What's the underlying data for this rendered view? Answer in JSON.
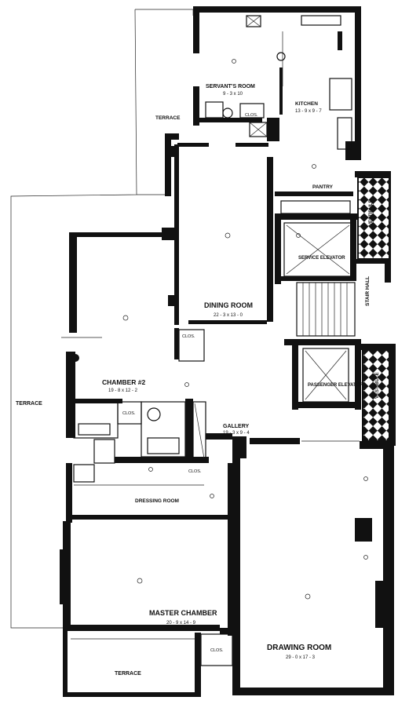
{
  "rooms": {
    "servants_room": {
      "label": "SERVANT'S ROOM",
      "dims": "9 - 3 x 10"
    },
    "kitchen": {
      "label": "KITCHEN",
      "dims": "13 - 9 x 9 - 7"
    },
    "terrace_top": {
      "label": "TERRACE"
    },
    "clos_top": {
      "label": "CLOS."
    },
    "pantry": {
      "label": "PANTRY"
    },
    "dining_room": {
      "label": "DINING ROOM",
      "dims": "22 - 3 x 13 - 0"
    },
    "service_elevator": {
      "label": "SERVICE ELEVATOR"
    },
    "stair_hall": {
      "label": "STAIR HALL"
    },
    "vestibule_top": {
      "label": "VESTIBULE"
    },
    "vestibule_bottom": {
      "label": "VESTIBULE"
    },
    "chamber2": {
      "label": "CHAMBER #2",
      "dims": "19 - 8 x 12 - 2"
    },
    "clos_chamber": {
      "label": "CLOS."
    },
    "clos_bath": {
      "label": "CLOS."
    },
    "passenger_elevator": {
      "label": "PASSENGER ELEVATOR"
    },
    "gallery": {
      "label": "GALLERY",
      "dims": "19 - 3 x 9 - 4"
    },
    "terrace_left": {
      "label": "TERRACE"
    },
    "clos_dressing": {
      "label": "CLOS."
    },
    "dressing_room": {
      "label": "DRESSING ROOM"
    },
    "master_chamber": {
      "label": "MASTER CHAMBER",
      "dims": "20 - 9 x 14 - 9"
    },
    "drawing_room": {
      "label": "DRAWING ROOM",
      "dims": "29 - 0 x 17 - 3"
    },
    "clos_bottom": {
      "label": "CLOS."
    },
    "terrace_bottom": {
      "label": "TERRACE"
    }
  },
  "colors": {
    "ink": "#111111",
    "paper": "#ffffff"
  }
}
